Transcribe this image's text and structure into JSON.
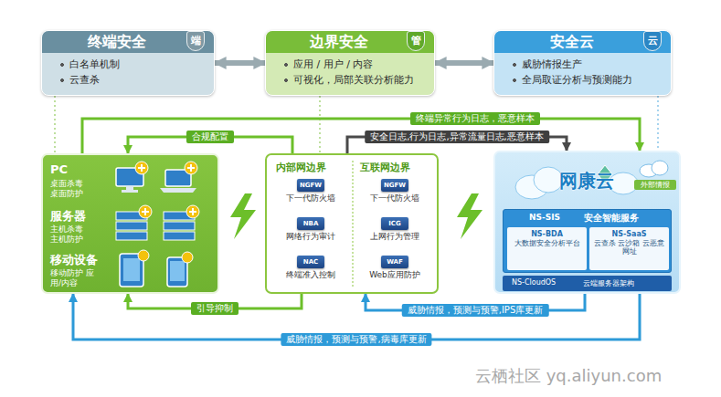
{
  "diagram": {
    "nodes": [
      {
        "text": [
          "终端安全",
          "端",
          "白名单机制",
          "云查杀"
        ]
      },
      {
        "text": [
          "边界安全",
          "管",
          "应用 / 用户 / 内容",
          "可视化，局部关联分析能力"
        ]
      },
      {
        "text": [
          "安全云",
          "云",
          "威胁情报生产",
          "全局取证分析与预测能力"
        ]
      },
      {
        "text": [
          "PC",
          "桌面杀毒 桌面防护",
          "服务器",
          "主机杀毒 主机防护",
          "移动设备",
          "移动防护 应用/内容"
        ]
      },
      {
        "text": [
          "内部网边界",
          "互联网边界"
        ]
      },
      {
        "text": [
          "NGFW",
          "下一代防火墙"
        ],
        "in": 4
      },
      {
        "text": [
          "NBA",
          "网络行为审计"
        ],
        "in": 4
      },
      {
        "text": [
          "NAC",
          "终端准入控制"
        ],
        "in": 4
      },
      {
        "text": [
          "NGFW",
          "下一代防火墙"
        ],
        "in": 4
      },
      {
        "text": [
          "ICG",
          "上网行为管理"
        ],
        "in": 4
      },
      {
        "text": [
          "WAF",
          "Web应用防护"
        ],
        "in": 4
      },
      {
        "text": [
          "网康云"
        ]
      },
      {
        "text": [
          "外部情报"
        ],
        "in": 11
      },
      {
        "text": [
          "NS-SIS",
          "安全智能服务"
        ],
        "in": 11
      },
      {
        "text": [
          "NS-BDA",
          "大数据安全分析平台"
        ],
        "in": 13
      },
      {
        "text": [
          "NS-SaaS",
          "云查杀 云沙箱 云恶意网址"
        ],
        "in": 13
      },
      {
        "text": [
          "NS-CloudOS",
          "云端服务器架构"
        ],
        "in": 11
      }
    ],
    "edges": [
      {
        "from": 0,
        "to": 1,
        "arrow": "both"
      },
      {
        "from": 1,
        "to": 2,
        "arrow": "both"
      },
      {
        "from": 3,
        "to": 11,
        "label": "终端异常行为日志，恶意样本",
        "arrow": "to"
      },
      {
        "from": 4,
        "to": 3,
        "label": "合规配置",
        "arrow": "to"
      },
      {
        "from": 4,
        "to": 11,
        "label": "安全日志,行为日志,异常流量日志,恶意样本",
        "arrow": "to"
      },
      {
        "from": 4,
        "to": 3,
        "label": "引导抑制",
        "arrow": "to"
      },
      {
        "from": 11,
        "to": 4,
        "label": "威胁情报，预测与预警,IPS库更新",
        "arrow": "to"
      },
      {
        "from": 11,
        "to": 3,
        "label": "威胁情报，预测与预警,病毒库更新",
        "arrow": "to"
      },
      {
        "from": 0,
        "to": 3,
        "arrow": "none"
      },
      {
        "from": 1,
        "to": 4,
        "arrow": "none"
      },
      {
        "from": 2,
        "to": 11,
        "arrow": "none"
      }
    ],
    "labels": [
      "云栖社区 yq.aliyun.com"
    ]
  }
}
